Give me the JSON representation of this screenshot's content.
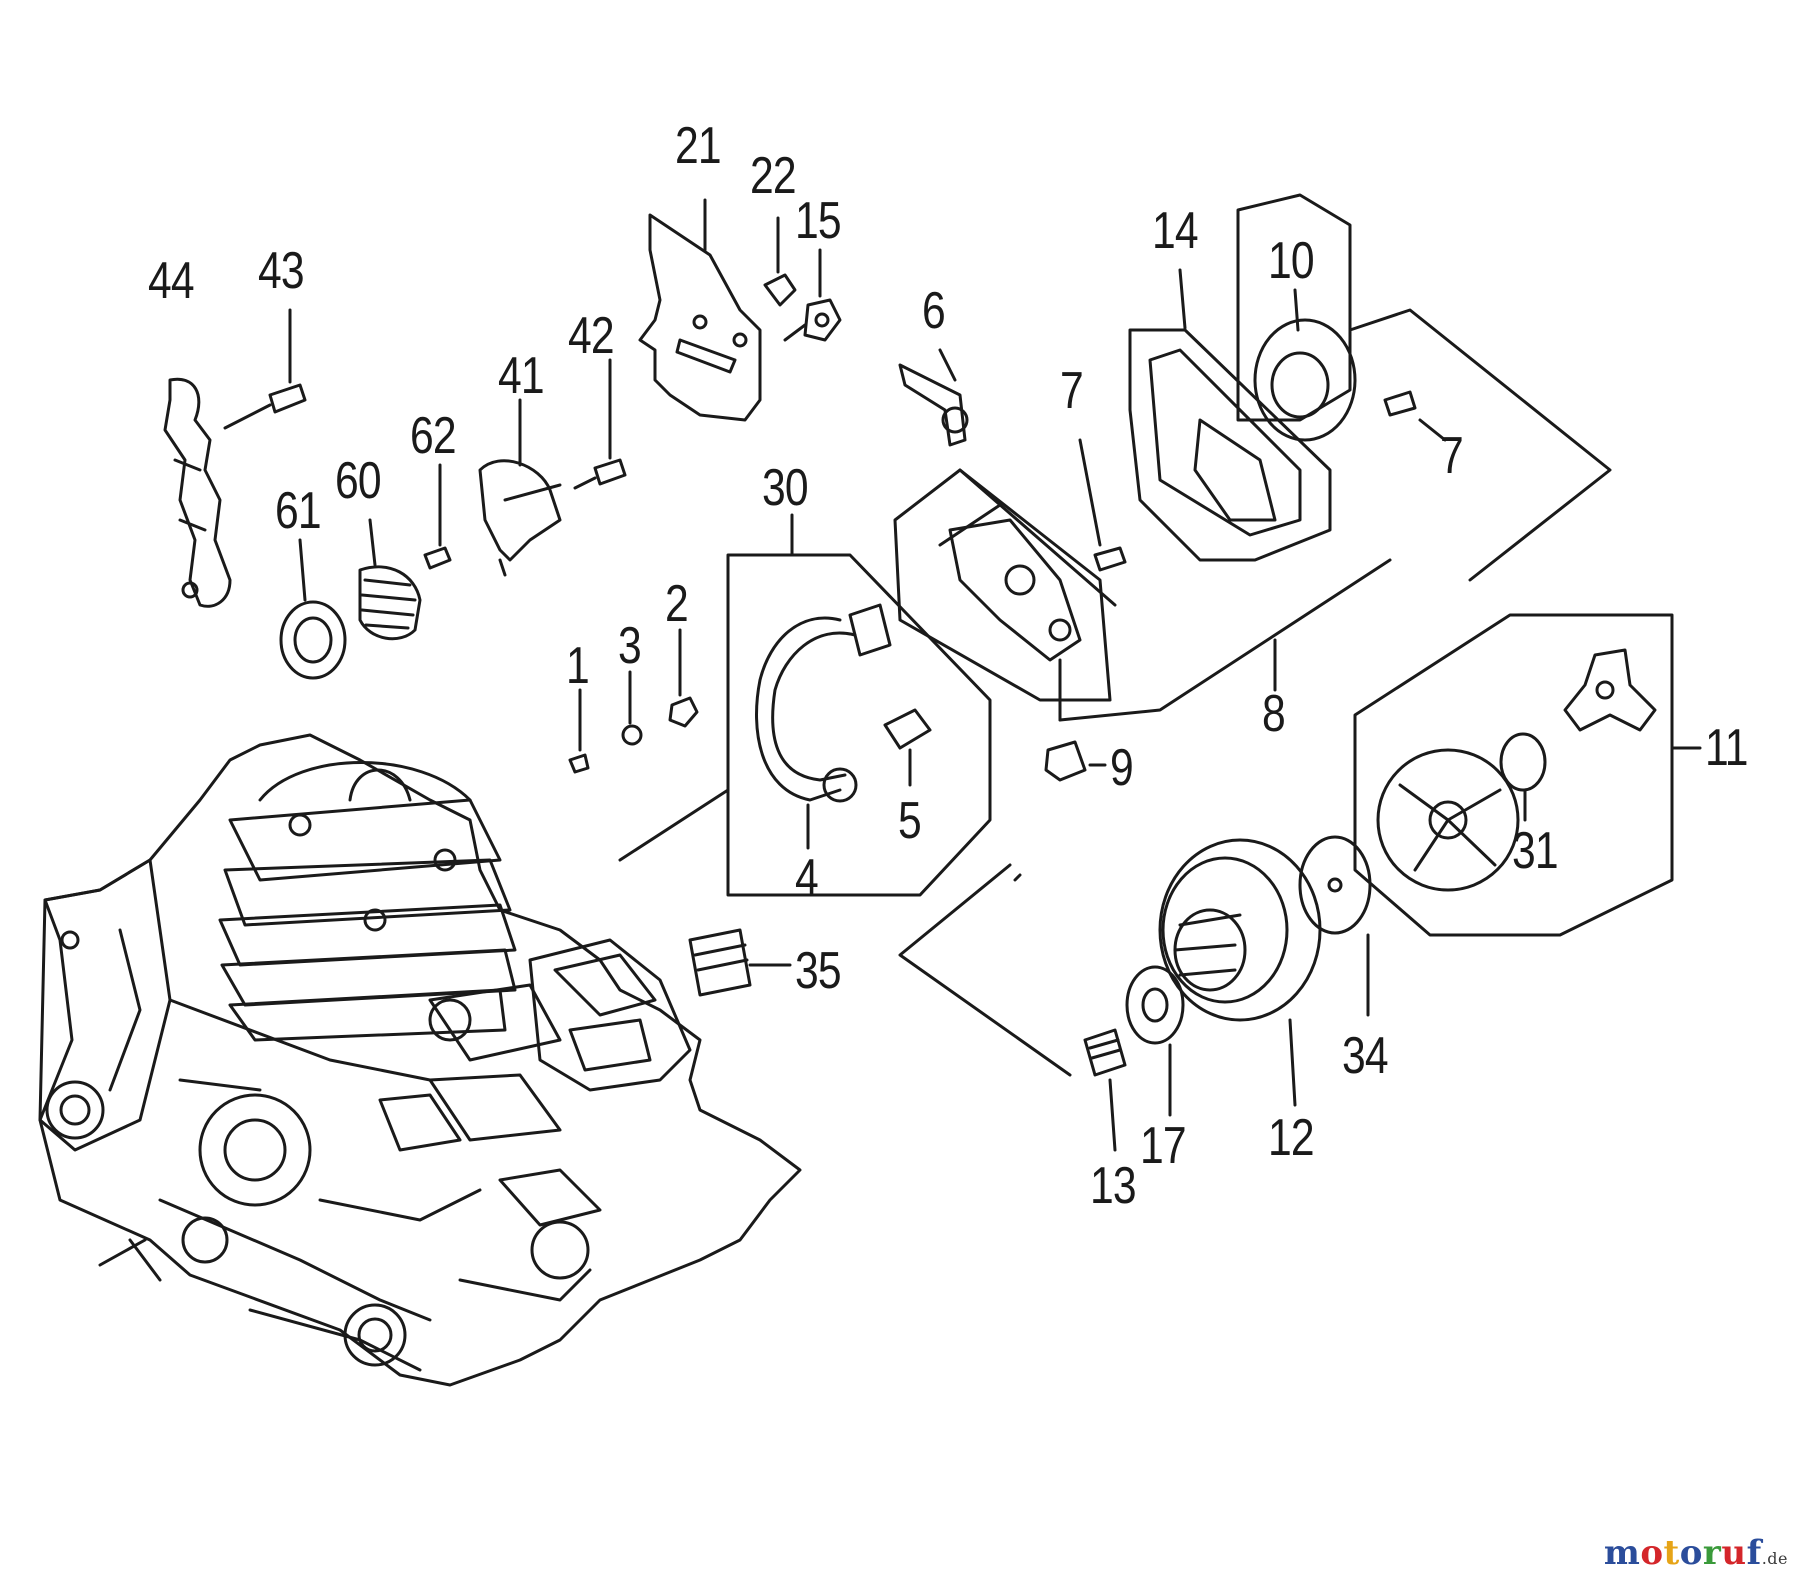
{
  "diagram": {
    "labels": [
      {
        "id": "44",
        "text": "44"
      },
      {
        "id": "43",
        "text": "43"
      },
      {
        "id": "21",
        "text": "21"
      },
      {
        "id": "22",
        "text": "22"
      },
      {
        "id": "15",
        "text": "15"
      },
      {
        "id": "42",
        "text": "42"
      },
      {
        "id": "41",
        "text": "41"
      },
      {
        "id": "62",
        "text": "62"
      },
      {
        "id": "60",
        "text": "60"
      },
      {
        "id": "61",
        "text": "61"
      },
      {
        "id": "30",
        "text": "30"
      },
      {
        "id": "6",
        "text": "6"
      },
      {
        "id": "14",
        "text": "14"
      },
      {
        "id": "10",
        "text": "10"
      },
      {
        "id": "7a",
        "text": "7"
      },
      {
        "id": "7b",
        "text": "7"
      },
      {
        "id": "1",
        "text": "1"
      },
      {
        "id": "3",
        "text": "3"
      },
      {
        "id": "2",
        "text": "2"
      },
      {
        "id": "8",
        "text": "8"
      },
      {
        "id": "9",
        "text": "9"
      },
      {
        "id": "5",
        "text": "5"
      },
      {
        "id": "4",
        "text": "4"
      },
      {
        "id": "11",
        "text": "11"
      },
      {
        "id": "31",
        "text": "31"
      },
      {
        "id": "35",
        "text": "35"
      },
      {
        "id": "34",
        "text": "34"
      },
      {
        "id": "12",
        "text": "12"
      },
      {
        "id": "17",
        "text": "17"
      },
      {
        "id": "13",
        "text": "13"
      }
    ]
  },
  "watermark": {
    "parts": [
      {
        "text": "m",
        "color": "#2b4d9b"
      },
      {
        "text": "o",
        "color": "#d4262a"
      },
      {
        "text": "t",
        "color": "#e6a417"
      },
      {
        "text": "o",
        "color": "#2b4d9b"
      },
      {
        "text": "r",
        "color": "#3a9a3a"
      },
      {
        "text": "u",
        "color": "#d4262a"
      },
      {
        "text": "f",
        "color": "#2b4d9b"
      }
    ],
    "tld": ".de"
  }
}
